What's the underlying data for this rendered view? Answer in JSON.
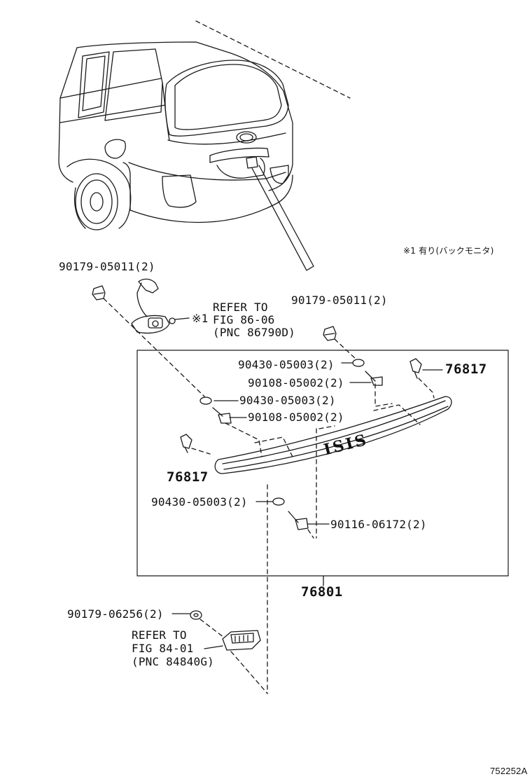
{
  "note": "※1 有り(バックモニタ)",
  "labels": {
    "p90179_05011_left": "90179-05011(2)",
    "p90179_05011_right": "90179-05011(2)",
    "refer1": {
      "line1": "REFER TO",
      "line2": "FIG 86-06",
      "line3": "(PNC 86790D)"
    },
    "mark1": "※1",
    "p90430_05003_a": "90430-05003(2)",
    "p90108_05002_a": "90108-05002(2)",
    "p90430_05003_b": "90430-05003(2)",
    "p90108_05002_b": "90108-05002(2)",
    "p76817_right": "76817",
    "p76817_left": "76817",
    "p90430_05003_c": "90430-05003(2)",
    "p90116_06172": "90116-06172(2)",
    "p76801": "76801",
    "p90179_06256": "90179-06256(2)",
    "refer2": {
      "line1": "REFER TO",
      "line2": "FIG 84-01",
      "line3": "(PNC 84840G)"
    }
  },
  "emblem": "ISIS",
  "code": "752252A",
  "colors": {
    "line": "#1a1a1a",
    "background": "#ffffff"
  }
}
